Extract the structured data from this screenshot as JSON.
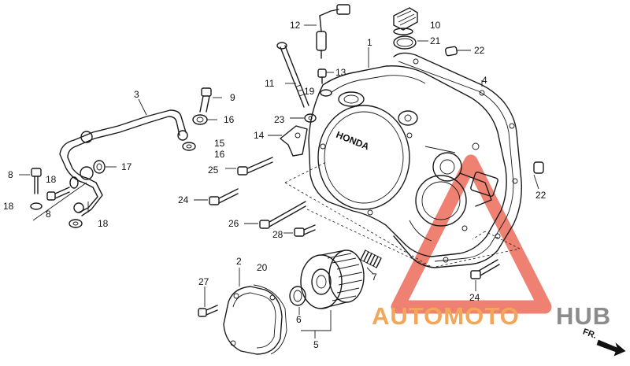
{
  "callouts": [
    {
      "id": "c1",
      "text": "1"
    },
    {
      "id": "c2",
      "text": "2"
    },
    {
      "id": "c3",
      "text": "3"
    },
    {
      "id": "c4",
      "text": "4"
    },
    {
      "id": "c5",
      "text": "5"
    },
    {
      "id": "c6",
      "text": "6"
    },
    {
      "id": "c7",
      "text": "7"
    },
    {
      "id": "c8a",
      "text": "8"
    },
    {
      "id": "c8b",
      "text": "8"
    },
    {
      "id": "c9",
      "text": "9"
    },
    {
      "id": "c10",
      "text": "10"
    },
    {
      "id": "c11",
      "text": "11"
    },
    {
      "id": "c12",
      "text": "12"
    },
    {
      "id": "c13",
      "text": "13"
    },
    {
      "id": "c14",
      "text": "14"
    },
    {
      "id": "c15",
      "text": "15"
    },
    {
      "id": "c16a",
      "text": "16"
    },
    {
      "id": "c16b",
      "text": "16"
    },
    {
      "id": "c17",
      "text": "17"
    },
    {
      "id": "c18a",
      "text": "18"
    },
    {
      "id": "c18b",
      "text": "18"
    },
    {
      "id": "c18c",
      "text": "18"
    },
    {
      "id": "c19",
      "text": "19"
    },
    {
      "id": "c20",
      "text": "20"
    },
    {
      "id": "c21",
      "text": "21"
    },
    {
      "id": "c22a",
      "text": "22"
    },
    {
      "id": "c22b",
      "text": "22"
    },
    {
      "id": "c23",
      "text": "23"
    },
    {
      "id": "c24a",
      "text": "24"
    },
    {
      "id": "c24b",
      "text": "24"
    },
    {
      "id": "c25",
      "text": "25"
    },
    {
      "id": "c26",
      "text": "26"
    },
    {
      "id": "c27",
      "text": "27"
    },
    {
      "id": "c28",
      "text": "28"
    }
  ],
  "cover_stamp": "HONDA",
  "direction_label": "FR.",
  "watermark": {
    "part1": "AUTOMOTO",
    "part2": "HUB",
    "color_primary": "#f2a65a",
    "color_secondary": "#8c8c8c",
    "triangle_color": "#e8503a"
  }
}
